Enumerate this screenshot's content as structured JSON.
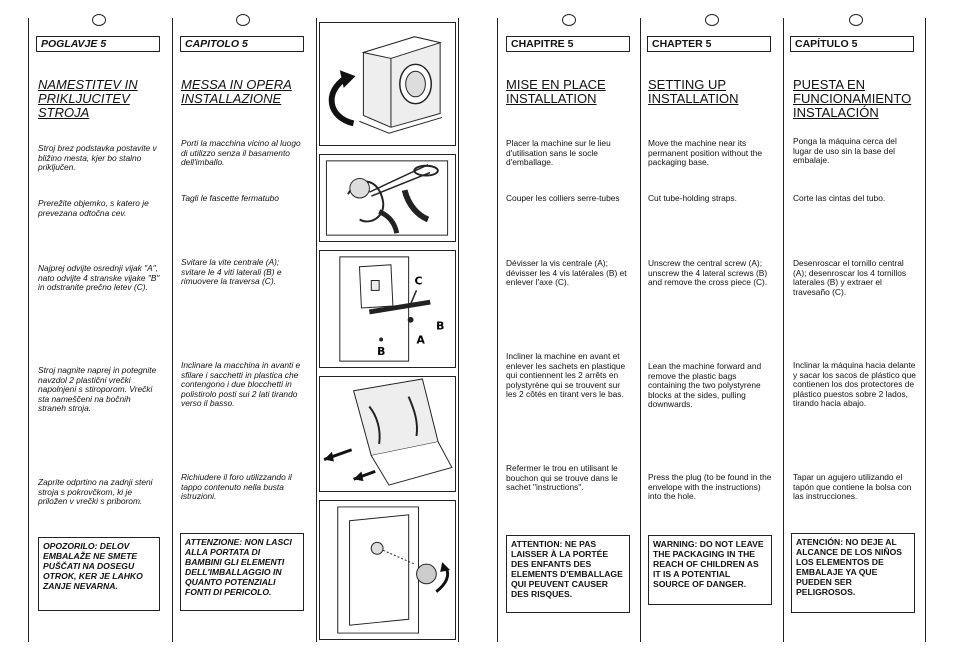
{
  "columns": [
    {
      "id": "sl",
      "header": "POGLAVJE 5",
      "title": "NAMESTITEV IN PRIKLJUCITEV STROJA",
      "steps": [
        "Stroj brez podstavka postavite v bližino mesta, kjer bo stalno priključen.",
        "Prerežite objemko, s katero je prevezana odtočna cev.",
        "Najprej odvijte osrednji vijak \"A\", nato odvijte 4 stranske vijake \"B\" in odstranite prečno letev (C).",
        "Stroj nagnite naprej in potegnite navzdol 2 plastični vrečki napolnjeni s stiroporom. Vrečki sta nameščeni na bočnih straneh stroja.",
        "Zaprite odprtino na zadnji steni stroja s pokrovčkom, ki je priložen v vrečki s priborom."
      ],
      "warning": "OPOZORILO: DELOV EMBALAŽE NE SMETE PUŠČATI NA DOSEGU OTROK, KER JE LAHKO ZANJE NEVARNA."
    },
    {
      "id": "it",
      "header": "CAPITOLO 5",
      "title": "MESSA IN OPERA INSTALLAZIONE",
      "steps": [
        "Porti la macchina vicino al luogo di utilizzo senza il basamento dell'imballo.",
        "Tagli le fascette fermatubo",
        "Svitare la vite centrale (A); svitare le 4 viti laterali (B) e rimuovere la traversa (C).",
        "Inclinare la macchina in avanti e sfilare i sacchetti in plastica che contengono i due blocchetti in polistirolo posti sui 2 lati tirando verso il basso.",
        "Richiudere il foro utilizzando il tappo contenuto nella busta istruzioni."
      ],
      "warning": "ATTENZIONE: NON LASCI ALLA PORTATA DI BAMBINI GLI ELEMENTI DELL'IMBALLAGGIO IN QUANTO POTENZIALI FONTI DI PERICOLO."
    },
    {
      "id": "fr",
      "header": "CHAPITRE 5",
      "title": "MISE EN PLACE INSTALLATION",
      "steps": [
        "Placer la machine sur le lieu d'utilisation sans le socle d'emballage.",
        "Couper les colliers serre-tubes",
        "Dévisser la vis centrale (A); dévisser les 4 vis latérales (B) et enlever l'axe (C).",
        "Incliner la machine en avant et enlever les sachets en plastique qui contiennent les 2 arrêts en polystyrène qui se trouvent sur les 2 côtés en tirant vers le bas.",
        "Refermer le trou en utilisant le bouchon qui se trouve dans le sachet \"instructions\"."
      ],
      "warning": "ATTENTION: NE PAS LAISSER À LA PORTÉE DES ENFANTS DES ELEMENTS D'EMBALLAGE QUI PEUVENT CAUSER DES RISQUES."
    },
    {
      "id": "en",
      "header": "CHAPTER 5",
      "title": "SETTING UP INSTALLATION",
      "steps": [
        "Move the machine near its permanent position without the packaging base.",
        "Cut tube-holding straps.",
        "Unscrew the central screw (A); unscrew the 4 lateral screws (B) and remove the cross piece (C).",
        "Lean the machine forward and remove the plastic bags containing the two polystyrene blocks at the sides, pulling downwards.",
        "Press the plug (to be found in the envelope with the instructions) into the hole."
      ],
      "warning": "WARNING: DO NOT LEAVE THE PACKAGING IN THE REACH OF CHILDREN AS IT IS A POTENTIAL SOURCE OF DANGER."
    },
    {
      "id": "es",
      "header": "CAPÍTULO 5",
      "title": "PUESTA EN FUNCIONAMIENTO INSTALACIÓN",
      "steps": [
        "Ponga la máquina cerca del lugar de uso sin la base del embalaje.",
        "Corte las cintas del tubo.",
        "Desenroscar el tornillo central (A); desenroscar los 4 tornillos laterales (B) y extraer el travesaño (C).",
        "Inclinar la máquina hacia delante y sacar los sacos de plástico que contienen los dos protectores de plástico puestos sobre 2 lados, tirando hacia abajo.",
        "Tapar un agujero utilizando el tapón que contiene la bolsa con las instrucciones."
      ],
      "warning": "ATENCIÓN: NO DEJE AL ALCANCE DE LOS NIÑOS LOS ELEMENTOS DE EMBALAJE YA QUE PUEDEN SER PELIGROSOS."
    }
  ],
  "figure_labels": {
    "a": "A",
    "b": "B",
    "c": "C"
  }
}
